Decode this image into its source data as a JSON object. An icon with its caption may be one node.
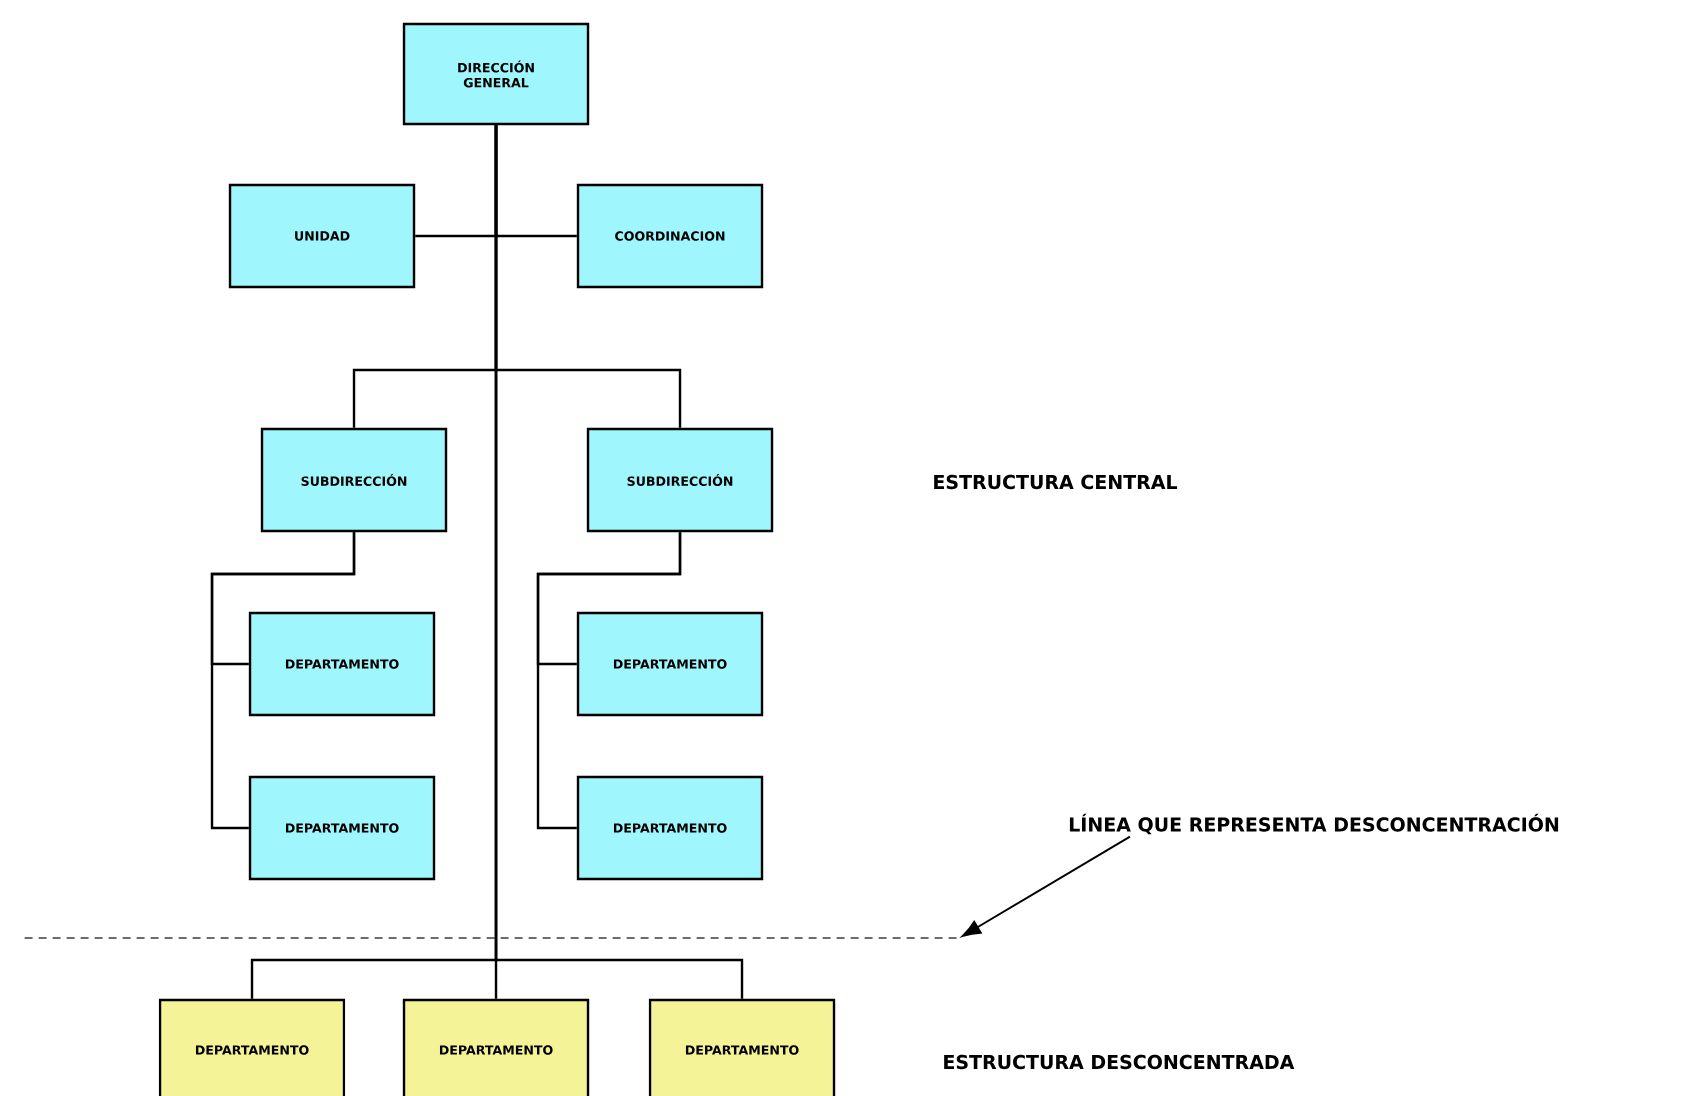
{
  "diagram": {
    "nodes": [
      {
        "text": [
          "DIRECCIÓN GENERAL"
        ]
      },
      {
        "text": [
          "UNIDAD"
        ]
      },
      {
        "text": [
          "COORDINACION"
        ]
      },
      {
        "text": [
          "SUBDIRECCIÓN"
        ]
      },
      {
        "text": [
          "SUBDIRECCIÓN"
        ]
      },
      {
        "text": [
          "DEPARTAMENTO"
        ]
      },
      {
        "text": [
          "DEPARTAMENTO"
        ]
      },
      {
        "text": [
          "DEPARTAMENTO"
        ]
      },
      {
        "text": [
          "DEPARTAMENTO"
        ]
      },
      {
        "text": [
          "DEPARTAMENTO"
        ]
      },
      {
        "text": [
          "DEPARTAMENTO"
        ]
      },
      {
        "text": [
          "DEPARTAMENTO"
        ]
      },
      {
        "text": [
          "LÍNEA QUE REPRESENTA DESCONCENTRACIÓN"
        ]
      },
      {
        "text": [],
        "shape": "line"
      }
    ],
    "edges": [
      {
        "from": 0,
        "to": 1,
        "arrow": "none"
      },
      {
        "from": 0,
        "to": 2,
        "arrow": "none"
      },
      {
        "from": 0,
        "to": 3,
        "arrow": "none"
      },
      {
        "from": 0,
        "to": 4,
        "arrow": "none"
      },
      {
        "from": 3,
        "to": 5,
        "arrow": "none"
      },
      {
        "from": 3,
        "to": 6,
        "arrow": "none"
      },
      {
        "from": 4,
        "to": 7,
        "arrow": "none"
      },
      {
        "from": 4,
        "to": 8,
        "arrow": "none"
      },
      {
        "from": 0,
        "to": 9,
        "arrow": "none"
      },
      {
        "from": 0,
        "to": 10,
        "arrow": "none"
      },
      {
        "from": 0,
        "to": 11,
        "arrow": "none"
      },
      {
        "from": 12,
        "to": 13,
        "arrow": "to"
      }
    ],
    "labels": [
      "ESTRUCTURA CENTRAL",
      "ESTRUCTURA DESCONCENTRADA"
    ]
  }
}
